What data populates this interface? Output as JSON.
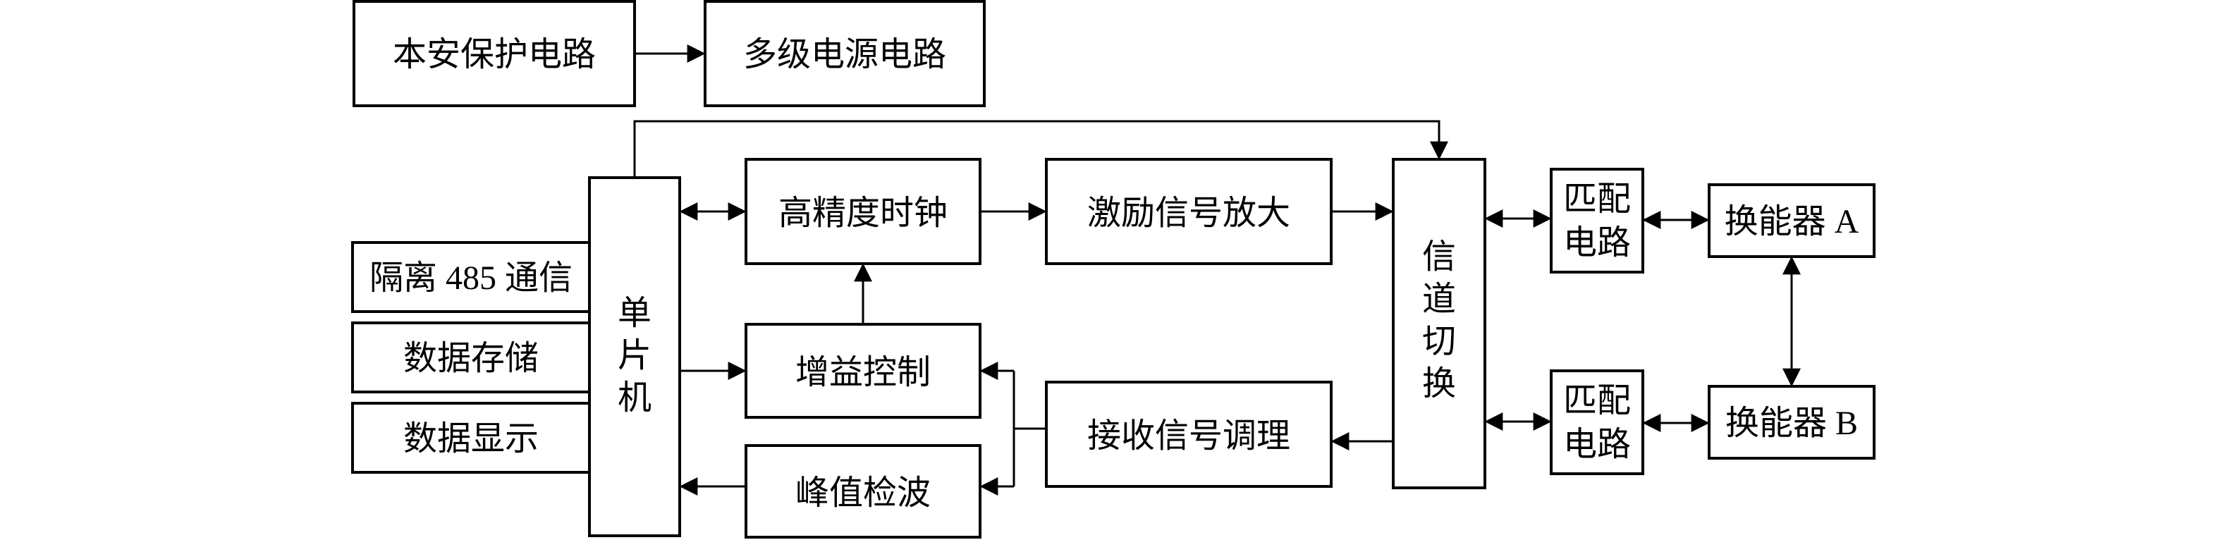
{
  "diagram": {
    "blocks": {
      "intrinsic_safety": "本安保护电路",
      "multi_power": "多级电源电路",
      "isolated_485": "隔离 485 通信",
      "data_storage": "数据存储",
      "data_display": "数据显示",
      "mcu": [
        "单",
        "片",
        "机"
      ],
      "hp_clock": "高精度时钟",
      "excitation_amp": "激励信号放大",
      "gain_control": "增益控制",
      "peak_detect": "峰值检波",
      "receive_cond": "接收信号调理",
      "channel_switch": [
        "信",
        "道",
        "切",
        "换"
      ],
      "match_a": [
        "匹配",
        "电路"
      ],
      "match_b": [
        "匹配",
        "电路"
      ],
      "transducer_a": "换能器 A",
      "transducer_b": "换能器 B"
    }
  }
}
